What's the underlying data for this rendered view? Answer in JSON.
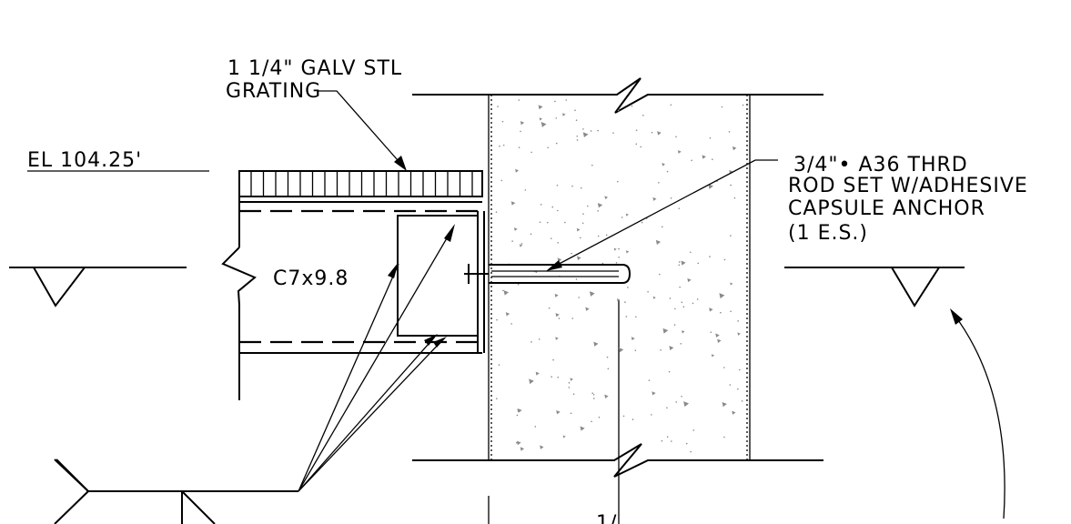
{
  "drawing": {
    "grating_label_line1": "1 1/4\" GALV STL",
    "grating_label_line2": "GRATING",
    "elevation_label": "EL 104.25'",
    "anchor_label_line1": "3/4\"• A36 THRD",
    "anchor_label_line2": "ROD SET W/ADHESIVE",
    "anchor_label_line3": "CAPSULE ANCHOR",
    "anchor_label_line4": "(1 E.S.)",
    "channel_label": "C7x9.8",
    "bottom_partial_label": "1/"
  },
  "style": {
    "line_color": "#000000",
    "background_color": "#ffffff",
    "concrete_stipple_color": "#8a8a8a"
  }
}
